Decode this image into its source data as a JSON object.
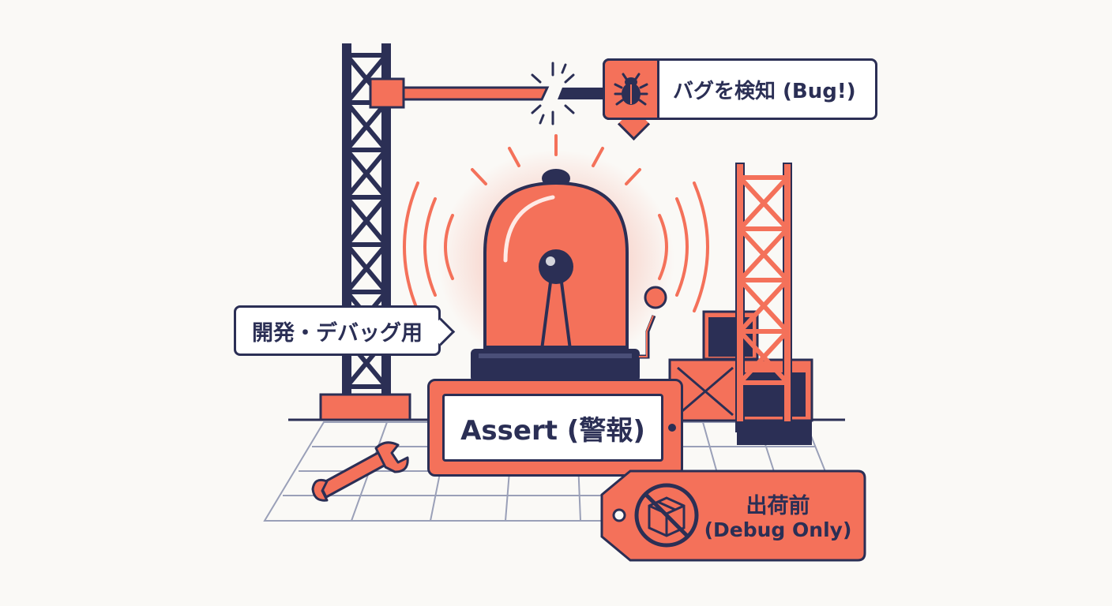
{
  "labels": {
    "bug_detected": "バグを検知 (Bug!)",
    "dev_debug_use": "開発・デバッグ用",
    "assert_sign": "Assert (警報)",
    "tag_line1": "出荷前",
    "tag_line2": "(Debug Only)"
  },
  "icons": {
    "bug": "bug-icon",
    "alarm": "alarm-bell-icon",
    "wrench": "wrench-icon",
    "no_shipping": "no-shipping-box-icon"
  },
  "colors": {
    "navy": "#2b2f55",
    "coral": "#f4715a",
    "background": "#faf9f6"
  }
}
